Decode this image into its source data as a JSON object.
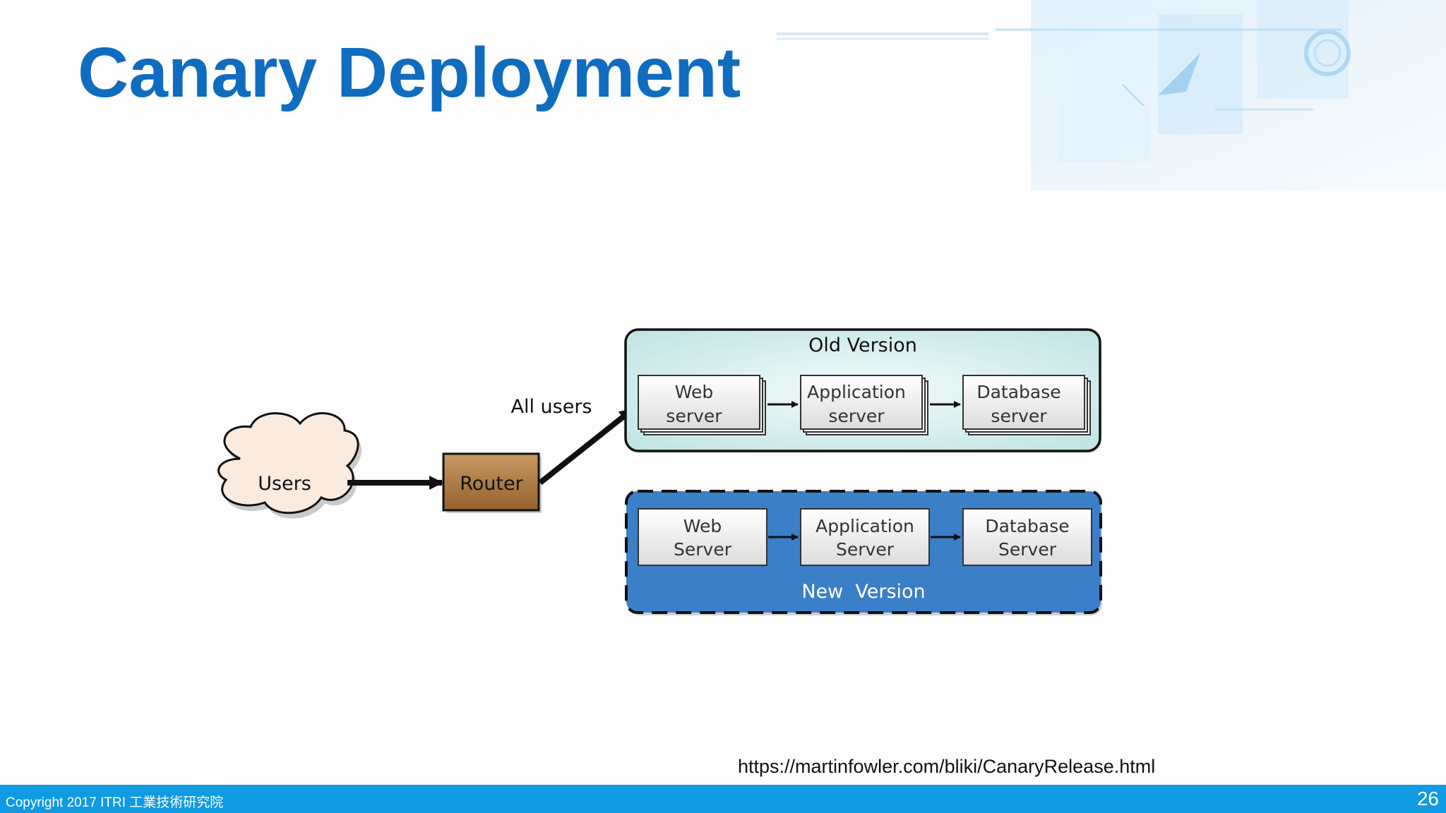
{
  "slide": {
    "title": "Canary Deployment",
    "source_url": "https://martinfowler.com/bliki/CanaryRelease.html",
    "footer_copyright": "Copyright 2017  ITRI 工業技術研究院",
    "page_number": "26"
  },
  "diagram": {
    "users_label": "Users",
    "router_label": "Router",
    "edge_label": "All users",
    "old_version": {
      "title": "Old Version",
      "nodes": [
        {
          "line1": "Web",
          "line2": "server"
        },
        {
          "line1": "Application",
          "line2": "server"
        },
        {
          "line1": "Database",
          "line2": "server"
        }
      ]
    },
    "new_version": {
      "title": "New  Version",
      "nodes": [
        {
          "line1": "Web",
          "line2": "Server"
        },
        {
          "line1": "Application",
          "line2": "Server"
        },
        {
          "line1": "Database",
          "line2": "Server"
        }
      ]
    }
  },
  "colors": {
    "title": "#0f6cbf",
    "footer": "#0f9ae2",
    "router_fill": "#a9773f",
    "old_panel_fill": "#cfeaea",
    "new_panel_fill": "#3a7fc8",
    "cloud_fill": "#fbeade"
  }
}
